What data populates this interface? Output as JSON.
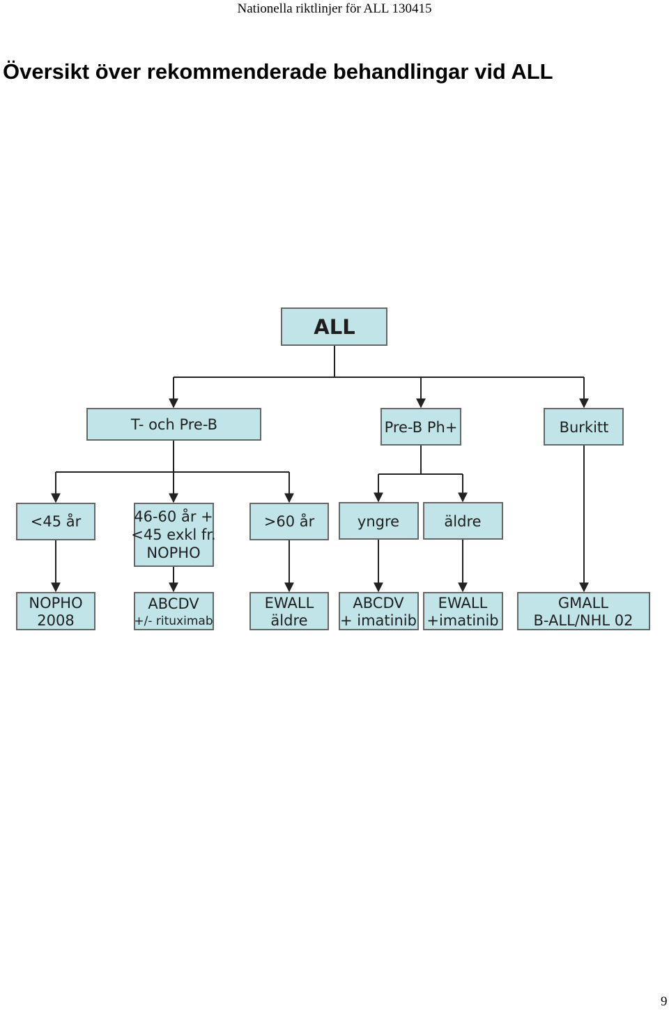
{
  "document": {
    "running_header": "Nationella riktlinjer för ALL  130415",
    "title": "Översikt över rekommenderade behandlingar vid ALL",
    "page_number": "9"
  },
  "diagram": {
    "root": {
      "label": "ALL"
    },
    "categories": {
      "t_pre_b": {
        "label": "T- och Pre-B"
      },
      "pre_b_ph": {
        "label": "Pre-B Ph+"
      },
      "burkitt": {
        "label": "Burkitt"
      }
    },
    "groups": {
      "under45": {
        "line1": "<45 år"
      },
      "age_46_60": {
        "line1": "46-60 år +",
        "line2": "<45 exkl fr.",
        "line3": "NOPHO"
      },
      "over60": {
        "line1": ">60 år"
      },
      "yngre": {
        "line1": "yngre"
      },
      "aldre": {
        "line1": "äldre"
      }
    },
    "treatments": {
      "nopho": {
        "line1": "NOPHO",
        "line2": "2008"
      },
      "abcdv": {
        "line1": "ABCDV",
        "line2": "+/- rituximab"
      },
      "ewall": {
        "line1": "EWALL",
        "line2": "äldre"
      },
      "abcdv_imatinib": {
        "line1": "ABCDV",
        "line2": "+ imatinib"
      },
      "ewall_imatinib": {
        "line1": "EWALL",
        "line2": "+imatinib"
      },
      "gmall": {
        "line1": "GMALL",
        "line2": "B-ALL/NHL 02"
      }
    }
  }
}
